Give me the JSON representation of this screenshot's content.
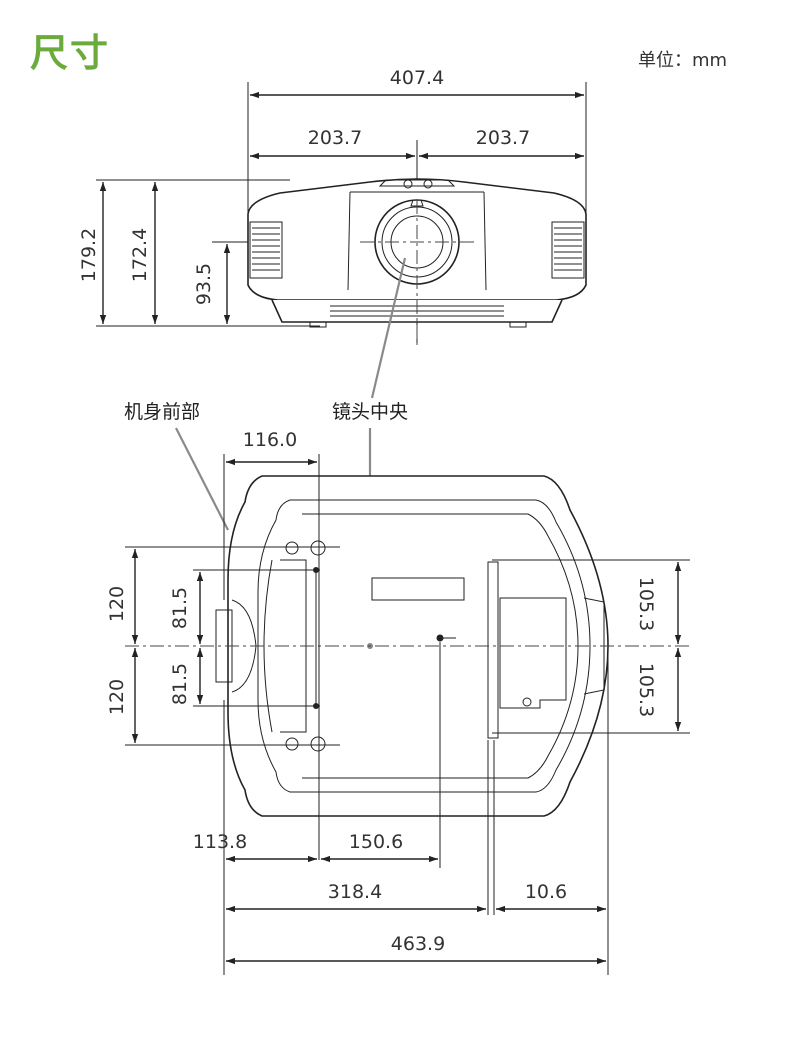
{
  "title": "尺寸",
  "unit": "单位：mm",
  "labels": {
    "front": "机身前部",
    "lens_center": "镜头中央"
  },
  "dimensions": {
    "top_width": "407.4",
    "half_left": "203.7",
    "half_right": "203.7",
    "height_total": "179.2",
    "height_body": "172.4",
    "height_lens": "93.5",
    "lens_depth": "116.0",
    "hole_upper": "120",
    "hole_lower": "120",
    "hole_inner_upper": "81.5",
    "hole_inner_lower": "81.5",
    "right_upper": "105.3",
    "right_lower": "105.3",
    "front_offset": "113.8",
    "hole_to_center": "150.6",
    "depth_partial": "318.4",
    "right_step": "10.6",
    "depth_total": "463.9"
  },
  "colors": {
    "title": "#6aab3c",
    "line": "#222222",
    "leader": "#8a8a8a"
  }
}
